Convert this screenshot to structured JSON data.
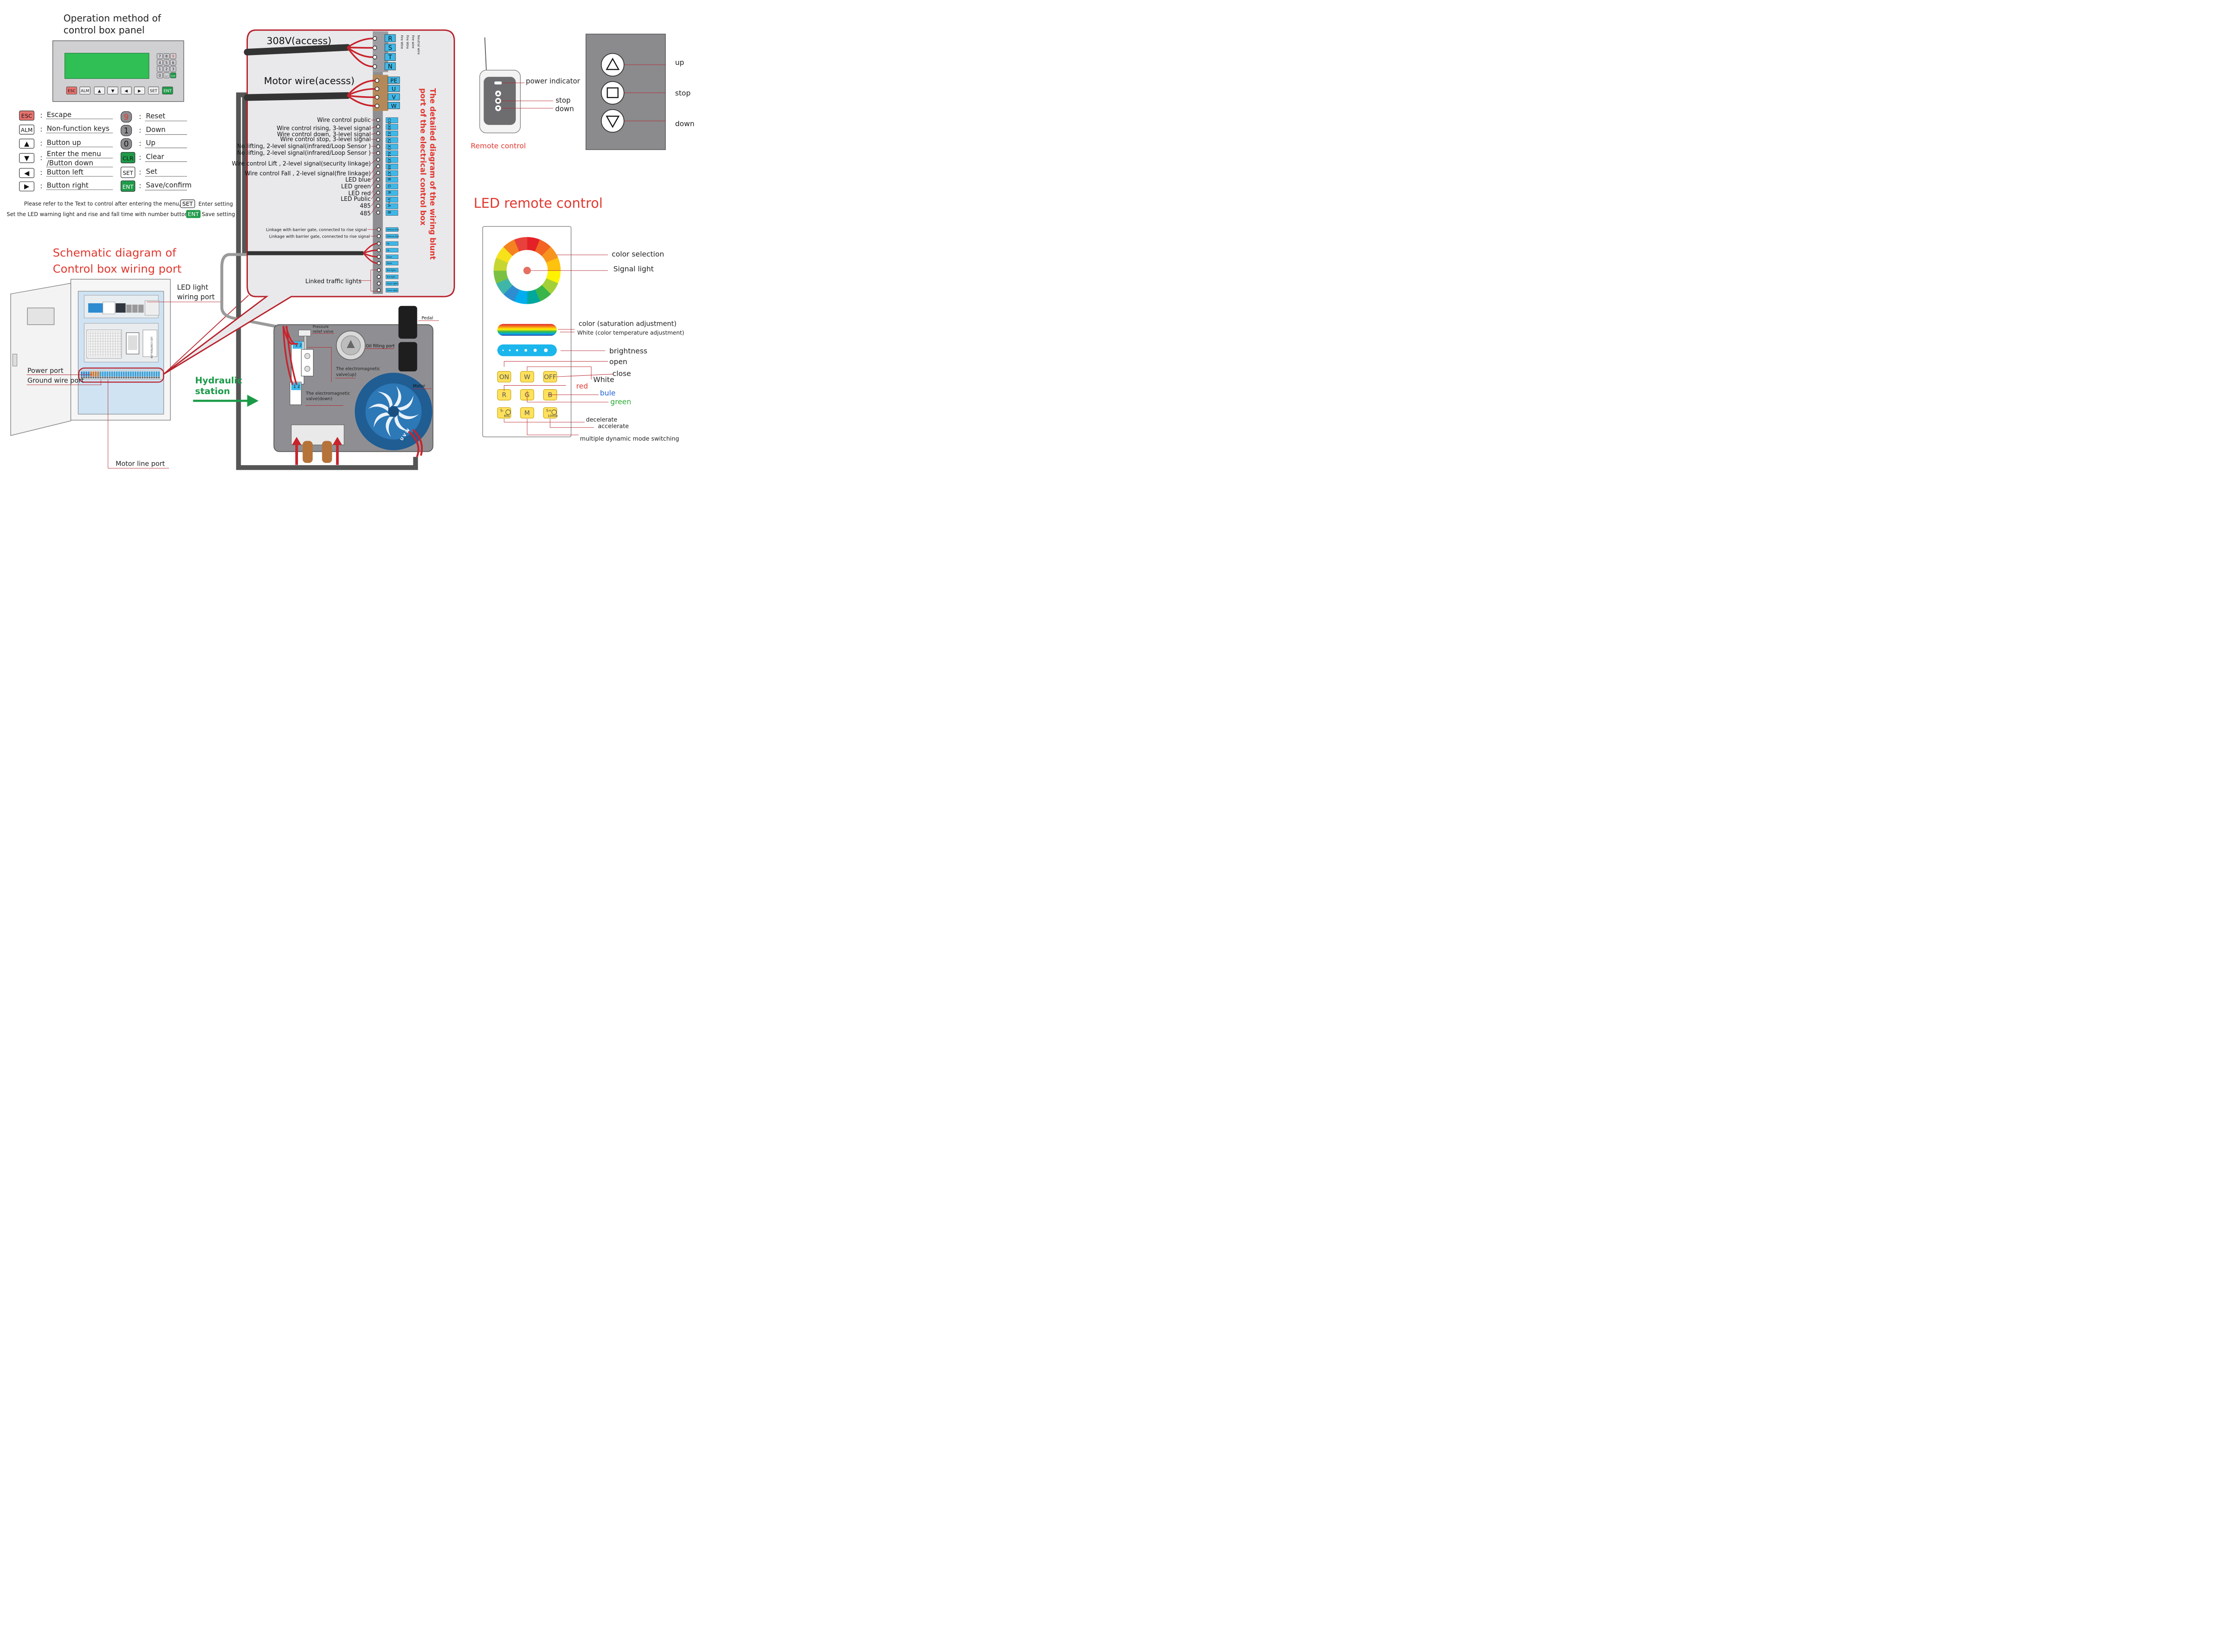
{
  "panel": {
    "title_line1": "Operation method of",
    "title_line2": "control box panel",
    "keypad": [
      "7",
      "8",
      "9",
      "4",
      "5",
      "6",
      "1",
      "2",
      "3",
      "0",
      "+/-",
      "CLR"
    ],
    "buttons": [
      "ESC",
      "ALM",
      "▲",
      "▼",
      "◀",
      "▶",
      "SET",
      "ENT"
    ],
    "legend_left": [
      {
        "key": "ESC",
        "text": "Escape"
      },
      {
        "key": "ALM",
        "text": "Non-function keys"
      },
      {
        "key": "▲",
        "text": "Button up"
      },
      {
        "key": "▼",
        "text": "Enter the menu",
        "text2": "/Button down"
      },
      {
        "key": "◀",
        "text": "Button left"
      },
      {
        "key": "▶",
        "text": "Button right"
      }
    ],
    "legend_right": [
      {
        "key": "9",
        "text": "Reset"
      },
      {
        "key": "1",
        "text": "Down"
      },
      {
        "key": "0",
        "text": "Up"
      },
      {
        "key": "CLR",
        "text": "Clear"
      },
      {
        "key": "SET",
        "text": "Set"
      },
      {
        "key": "ENT",
        "text": "Save/confirm"
      }
    ],
    "note_line1": "Please refer to the Text to control after entering the menu,",
    "note_key1": "SET",
    "note_after1": "Enter setting",
    "note_line2": "Set the LED warning light and rise and fall time with number buttons",
    "note_key2": "ENT",
    "note_after2": "Save setting"
  },
  "schematic": {
    "title_line1": "Schematic diagram of",
    "title_line2": "Control box wiring port",
    "led_port_line1": "LED light",
    "led_port_line2": "wiring port",
    "power_port": "Power port",
    "ground_port": "Ground wire port",
    "motor_line_port": "Motor line port",
    "led_controller": "LED CONTROLLER"
  },
  "wiring": {
    "title_line1": "The detailed diagram of the wiring blunt",
    "title_line2": "port of the electrical control box",
    "power_label": "308V(access)",
    "motor_label": "Motor wire(acesss)",
    "power_terminals": [
      "R",
      "S",
      "T",
      "N"
    ],
    "power_desc": [
      "Fire Wire",
      "Fire Wire",
      "Fire wire",
      "Neutral wire"
    ],
    "motor_terminals": [
      "PE",
      "U",
      "V",
      "W"
    ],
    "control_terminals": [
      "COM",
      "X0",
      "X1",
      "X2",
      "X3",
      "X4",
      "X5",
      "X6",
      "X7",
      "B",
      "G",
      "R",
      "V+",
      "A",
      "B"
    ],
    "control_labels": [
      "Wire control public",
      "Wire control rising, 3-level signal",
      "Wire control down, 3-level signal",
      "Wire control stop, 3-level signal",
      "No lifting, 2-level signal(infrared/Loop Sensor )",
      "No lifting, 2-level signal(infrared/Loop Sensor )",
      "Wire control Lift  , 2-level signal(security linkage)",
      "Wire control Fall  , 2-level signal(fire linkage)",
      "LED blue",
      "LED green",
      "LED red",
      "LED Public",
      "485",
      "485"
    ],
    "linkage_labels": [
      "Linkage with barrier gate, connected to rise signal",
      "Linkage with barrier gate, connected to rise signal"
    ],
    "small_terminals": [
      "Defense Rise",
      "Defense Rise",
      "Up",
      "Up",
      "Down",
      "Down",
      "Red light+",
      "Red light-",
      "Green light+",
      "Green light-"
    ],
    "traffic_label": "Linked traffic lights"
  },
  "hydraulic": {
    "title_line1": "Hydraulic",
    "title_line2": "station",
    "pressure_line1": "Pressure",
    "pressure_line2": "relief valve",
    "oil": "Oil filling port",
    "valve_up_line1": "The electromagnetic",
    "valve_up_line2": "valve(up)",
    "valve_down_line1": "The electromagnetic",
    "valve_down_line2": "valve(down)",
    "pedal": "Pedal",
    "motor": "Motor",
    "motor_uvw": "U V W",
    "valve_nums": [
      "1",
      "2"
    ]
  },
  "remote": {
    "power_indicator": "power indicator",
    "stop": "stop",
    "down": "down",
    "label": "Remote control",
    "up_btn": "up",
    "stop_btn": "stop",
    "down_btn": "down"
  },
  "led_remote": {
    "title": "LED remote control",
    "color_selection": "color selection",
    "signal_light": "Signal light",
    "saturation": "color (saturation adjustment)",
    "white_temp": "White (color temperature adjustment)",
    "brightness": "brightness",
    "open": "open",
    "close": "close",
    "white": "White",
    "red": "red",
    "blue": "bule",
    "green": "green",
    "decelerate": "decelerate",
    "accelerate": "accelerate",
    "mode": "multiple dynamic mode switching",
    "buttons": [
      "ON",
      "W",
      "OFF",
      "R",
      "G",
      "B",
      "S-",
      "M",
      "S+"
    ],
    "s_minus_sub": "60s",
    "s_plus_sub": "10min"
  },
  "colors": {
    "red_accent": "#e0382f",
    "green_key": "#1f9b4a",
    "lcd_green": "#2fbf55",
    "terminal_blue": "#3eb8e8",
    "wire_red": "#c8232c",
    "hydraulic_green": "#1a9a46",
    "callout_border": "#b8232c",
    "callout_fill": "#e9e9ec"
  }
}
